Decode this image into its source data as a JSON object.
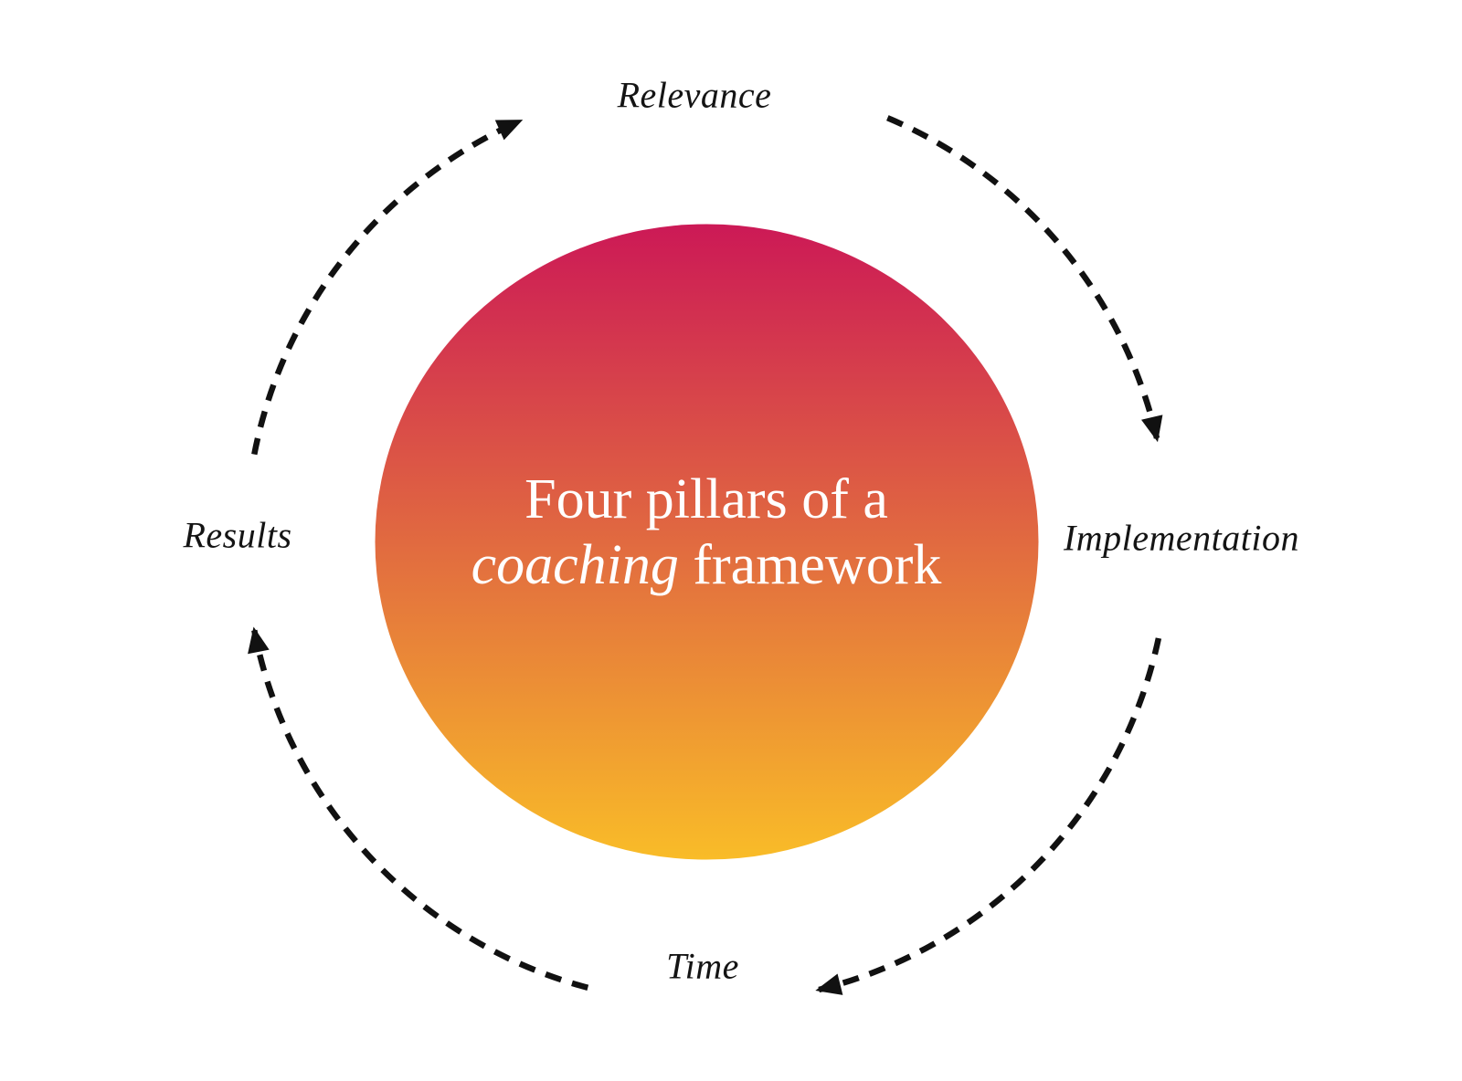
{
  "title": {
    "line1": "Four pillars of a",
    "line2_italic": "coaching",
    "line2_regular": " framework"
  },
  "labels": {
    "top": "Relevance",
    "right": "Implementation",
    "bottom": "Time",
    "left": "Results"
  },
  "colors": {
    "gradient_top": "#cc1956",
    "gradient_mid": "#e16a40",
    "gradient_bottom": "#f9bc28",
    "arrow": "#111111",
    "label_text": "#141414",
    "title_text": "#ffffff",
    "background": "#ffffff"
  }
}
